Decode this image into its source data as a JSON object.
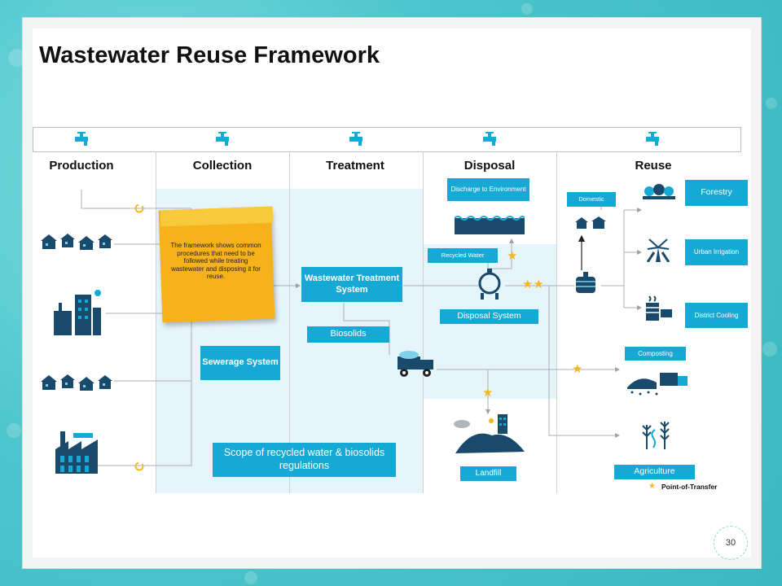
{
  "title": "Wastewater Reuse Framework",
  "columns": [
    "Production",
    "Collection",
    "Treatment",
    "Disposal",
    "Reuse"
  ],
  "note": "The framework shows common procedures that need to be followed while treating wastewater and disposing it for reuse.",
  "boxes": {
    "wastewater_treatment": "Wastewater Treatment System",
    "biosolids": "Biosolids",
    "sewerage": "Sewerage System",
    "scope": "Scope of recycled water & biosolids regulations",
    "discharge": "Discharge to Environment",
    "recycled_water": "Recycled Water",
    "disposal_system": "Disposal System",
    "landfill": "Landfill",
    "domestic": "Domestic",
    "forestry": "Forestry",
    "urban_irrigation": "Urban Irrigation",
    "district_cooling": "District Cooling",
    "composting": "Composting",
    "agriculture": "Agriculture"
  },
  "legend": "Point-of-Transfer",
  "page_number": "30",
  "colors": {
    "accent": "#17a9d6",
    "dark": "#1a4a6b",
    "star": "#f5b81c",
    "note": "#f7b21b"
  }
}
